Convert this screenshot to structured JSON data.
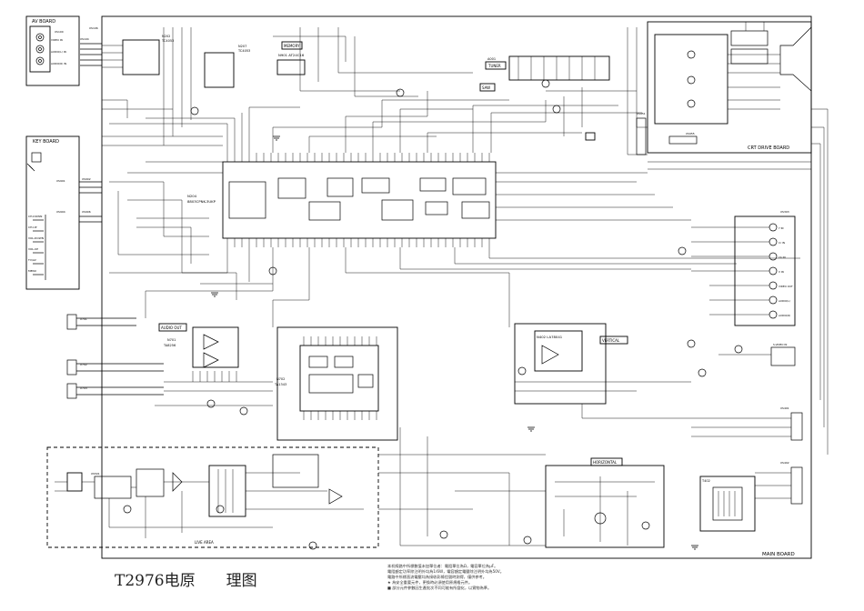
{
  "diagram": {
    "title": "T2976电原　　理图",
    "boards": {
      "av": "AV BOARD",
      "key": "KEY BOARD",
      "crt": "CRT DRIVE BOARD",
      "main": "MAIN BOARD",
      "live": "LIVE AREA"
    },
    "chips": {
      "n202": "N202",
      "n202_part": "TC4053",
      "n207": "N207",
      "n207_part": "TC4053",
      "memory": "MEMORY",
      "n901": "N901  AT24C16",
      "tuner_ref": "A001",
      "tuner": "TUNER",
      "saw": "SAW",
      "n204": "N204",
      "n204_part": "8803CPNK-3UKP",
      "audio_out": "AUDIO OUT",
      "n701": "N701",
      "n701_part": "TA8256",
      "n702": "N702",
      "n702_part": "TA1343",
      "n402": "N402 LA78041",
      "vertical": "VERTICAL",
      "horizontal": "HORIZONTAL",
      "fbt": "T402"
    },
    "connectors": {
      "xs100": "XS100",
      "xs104": "XS104",
      "xs106": "XS106",
      "xs901": "XS901",
      "xs902": "XS902",
      "xs904": "XS904",
      "xs906": "XS906",
      "xs951": "XS951",
      "xs955": "XS955",
      "xs303": "XS303",
      "xs401": "XS401",
      "xs402": "XS402",
      "x701": "X701",
      "x702": "X702",
      "x703": "X703",
      "xs501": "XS501"
    },
    "keys": [
      "CH-DOWN",
      "CH-UP",
      "VOL-DOWN",
      "VOL-UP",
      "TV/AV",
      "MENU"
    ],
    "av_pins": [
      "VIDEO IN",
      "AUDIO(L) IN",
      "AUDIO(R) IN"
    ],
    "av_jacks": [
      "Y IN",
      "Cr IN",
      "Cb IN",
      "V IN",
      "VIDEO OUT",
      "AUDIO(L)",
      "AUDIO(R)",
      "S-VIDEO IN"
    ],
    "notes": [
      "本机線路中所標數值未加單位者：電阻單位為Ω，電容單位為μF。",
      "電阻額定功率除注明外均為1/6W，電容額定電壓除注明外均為50V。",
      "電路中所標直流電壓均為接收彩條信號時測得，僅供參考。",
      "★ 為安全重要元件，更換時必須使用原規格元件。",
      "■ 部分元件參數因生產批次不同可能有所變化，以實物為準。"
    ]
  }
}
